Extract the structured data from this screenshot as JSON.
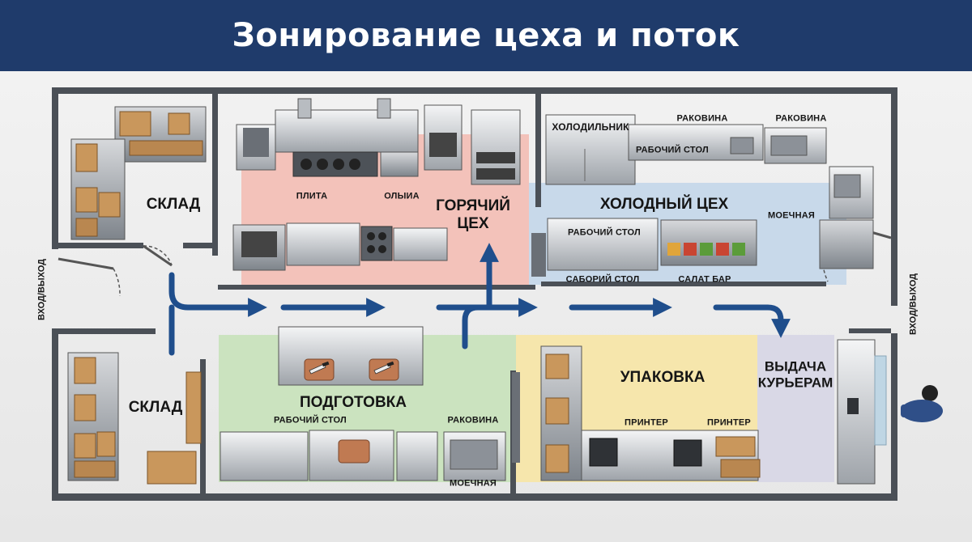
{
  "title": "Зонирование цеха и поток",
  "colors": {
    "header_bg": "#1f3b6b",
    "hot_zone": "#f3c2ba",
    "cold_zone": "#c8d9ea",
    "prep_zone": "#cbe3bf",
    "pack_zone": "#f6e6ac",
    "pickup_zone": "#d9d8e6",
    "flow_arrow": "#1f4e8c"
  },
  "zones": {
    "storage_top": "СКЛАД",
    "storage_bottom": "СКЛАД",
    "hot": "ГОРЯЧИЙ\nЦЕХ",
    "cold": "ХОЛОДНЫЙ ЦЕХ",
    "prep": "ПОДГОТОВКА",
    "packing": "УПАКОВКА",
    "pickup": "ВЫДАЧА\nКУРЬЕРАМ"
  },
  "equipment": {
    "stove": "ПЛИТА",
    "oven": "ОЛЫИА",
    "fridge": "ХОЛОДИЛЬНИК",
    "sink_1": "РАКОВИНА",
    "sink_2": "РАКОВИНА",
    "cold_worktable": "РАБОЧИЙ СТОЛ",
    "dishwash_cold": "МОЕЧНАЯ",
    "cold_worktable_2": "РАБОЧИЙ СТОЛ",
    "assembly_table": "САБОРИЙ СТОЛ",
    "salad_bar": "САЛАТ БАР",
    "prep_worktable": "РАБОЧИЙ СТОЛ",
    "prep_sink": "РАКОВИНА",
    "dishwash_prep": "МОЕЧНАЯ",
    "printer_1": "ПРИНТЕР",
    "printer_2": "ПРИНТЕР"
  },
  "entrances": {
    "left": "ВХОД/ВЫХОД",
    "right": "ВХОД/ВЫХОД"
  },
  "icons": [
    "knife-icon",
    "courier-person-icon",
    "printer-icon",
    "box-icon",
    "flow-arrow-icon"
  ]
}
